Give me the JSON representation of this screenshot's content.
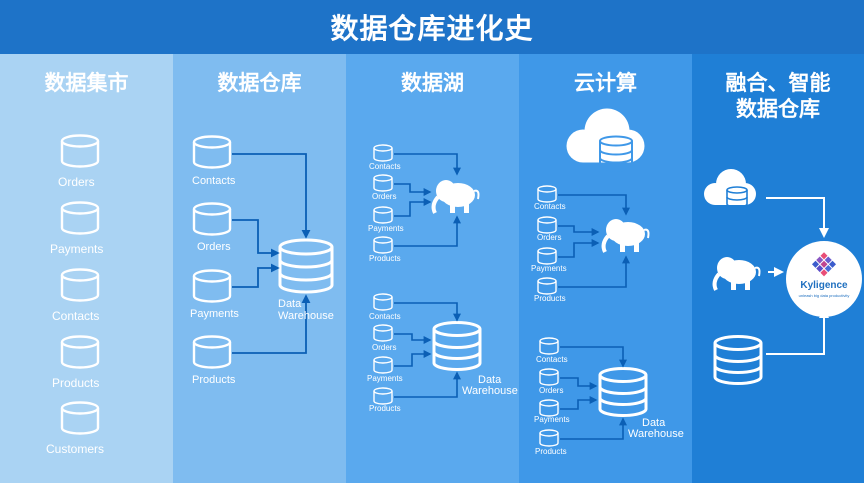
{
  "title": "数据仓库进化史",
  "columns": [
    {
      "title": "数据集市",
      "items": [
        "Orders",
        "Payments",
        "Contacts",
        "Products",
        "Customers"
      ]
    },
    {
      "title": "数据仓库",
      "sources": [
        "Contacts",
        "Orders",
        "Payments",
        "Products"
      ],
      "target": [
        "Data",
        "Warehouse"
      ]
    },
    {
      "title": "数据湖",
      "lake_sources": [
        "Contacts",
        "Orders",
        "Payments",
        "Products"
      ],
      "wh_sources": [
        "Contacts",
        "Orders",
        "Payments",
        "Products"
      ],
      "target": [
        "Data",
        "Warehouse"
      ]
    },
    {
      "title": "云计算",
      "lake_sources": [
        "Contacts",
        "Orders",
        "Payments",
        "Products"
      ],
      "wh_sources": [
        "Contacts",
        "Orders",
        "Payments",
        "Products"
      ],
      "target": [
        "Data",
        "Warehouse"
      ]
    },
    {
      "title_line1": "融合、智能",
      "title_line2": "数据仓库",
      "logo": {
        "name": "Kyligence",
        "tagline": "unleash big data productivity"
      }
    }
  ],
  "colors": {
    "title_bar": "#1e73c8",
    "col1": "#aad3f3",
    "col2": "#7fbcf0",
    "col3": "#5aa9ee",
    "col4": "#3f98e8",
    "col5": "#1f7fd6",
    "logo_text": "#1e6fbf"
  }
}
